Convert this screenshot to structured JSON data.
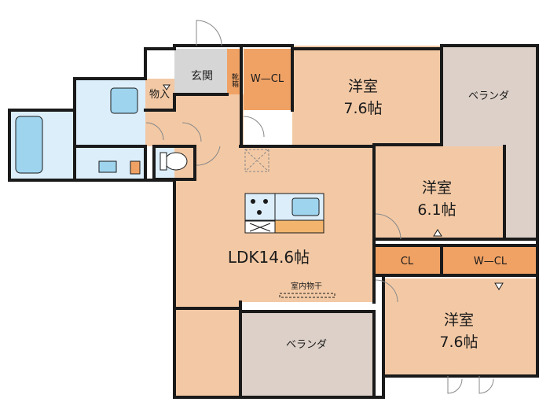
{
  "colors": {
    "room": "#f3c9a5",
    "closet": "#f0a265",
    "wet": "#dceefa",
    "fixture": "#9fd4ee",
    "balcony": "#dcd0c8",
    "entry": "#d6d6d6",
    "kitchen_counter": "#f3b56d",
    "wall": "#1a1a1a",
    "door_line": "#888888"
  },
  "rooms": {
    "entrance": "玄関",
    "shoe_cabinet": "靴箱",
    "walk_in_closet_1": "W—CL",
    "western_room_1": {
      "name": "洋室",
      "size": "7.6帖"
    },
    "balcony_east": "ベランダ",
    "storage": "物入",
    "western_room_2": {
      "name": "洋室",
      "size": "6.1帖"
    },
    "ldk": "LDK14.6帖",
    "closet": "CL",
    "walk_in_closet_2": "W—CL",
    "indoor_drying": "室内物干",
    "balcony_south": "ベランダ",
    "western_room_3": {
      "name": "洋室",
      "size": "7.6帖"
    }
  }
}
